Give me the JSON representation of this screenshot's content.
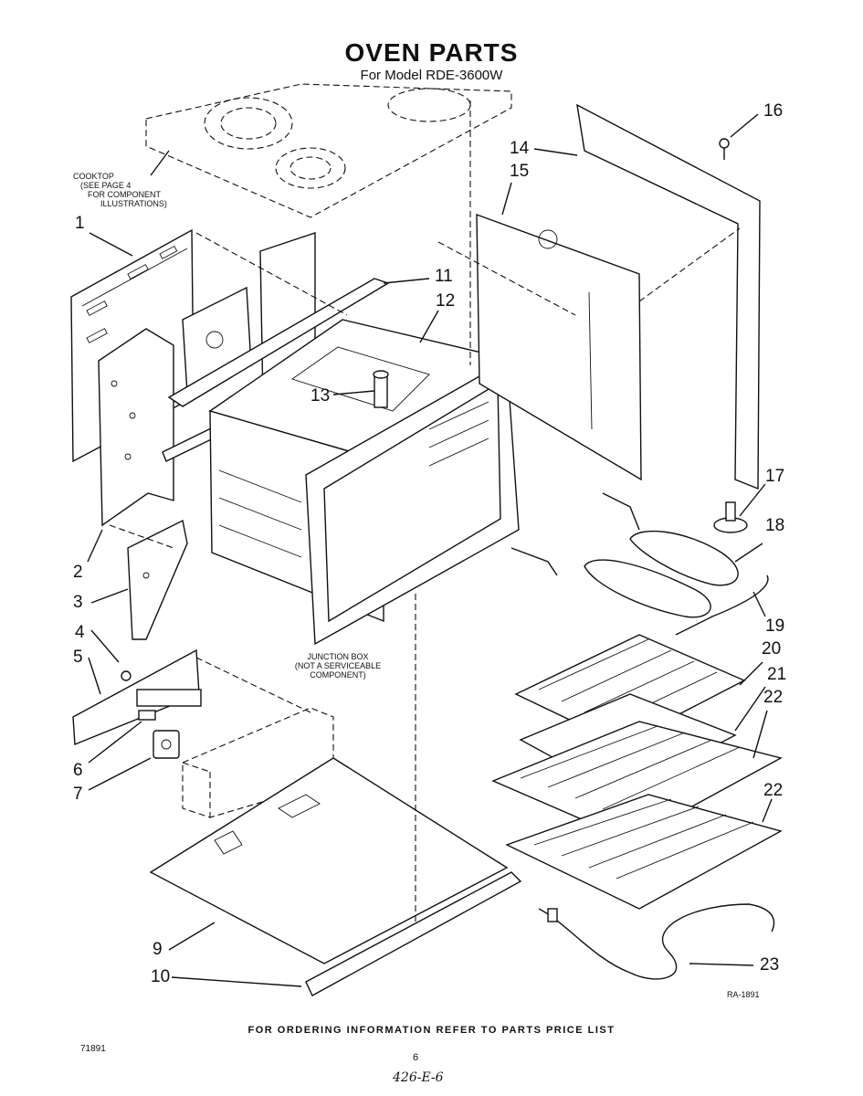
{
  "header": {
    "title": "OVEN PARTS",
    "subtitle": "For Model RDE-3600W"
  },
  "notes": {
    "cooktop": [
      "COOKTOP",
      "(SEE PAGE 4",
      "FOR COMPONENT",
      "ILLUSTRATIONS)"
    ],
    "junction_box": [
      "JUNCTION BOX",
      "(NOT A SERVICEABLE",
      "COMPONENT)"
    ],
    "drawing_ref": "RA-1891"
  },
  "part_numbers": [
    "1",
    "2",
    "3",
    "4",
    "5",
    "6",
    "7",
    "9",
    "10",
    "11",
    "12",
    "13",
    "14",
    "15",
    "16",
    "17",
    "18",
    "19",
    "20",
    "21",
    "22",
    "22",
    "23"
  ],
  "footer": {
    "ordering": "FOR ORDERING INFORMATION REFER TO PARTS PRICE LIST",
    "left_ref": "71891",
    "page": "6",
    "handwritten": "426-E-6"
  }
}
